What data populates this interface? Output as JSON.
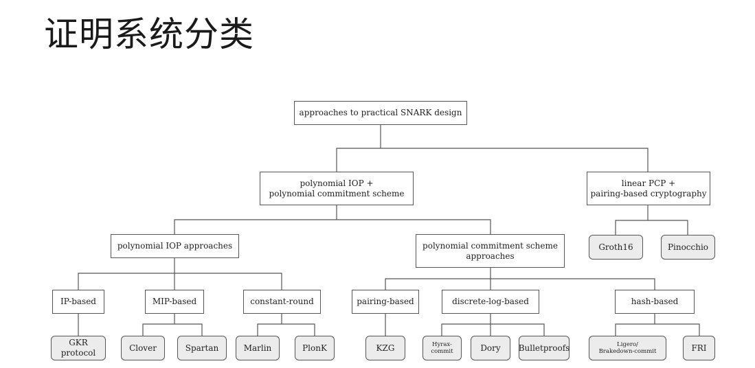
{
  "title": "证明系统分类",
  "tree": {
    "root": "approaches to practical SNARK design",
    "poly_iop_pcs": "polynomial IOP +\npolynomial commitment scheme",
    "linear_pcp": "linear PCP +\npairing-based cryptography",
    "poly_iop_approaches": "polynomial IOP approaches",
    "pcs_approaches": "polynomial commitment scheme\napproaches",
    "groth16": "Groth16",
    "pinocchio": "Pinocchio",
    "ip_based": "IP-based",
    "mip_based": "MIP-based",
    "constant_round": "constant-round",
    "pairing_based": "pairing-based",
    "discrete_log_based": "discrete-log-based",
    "hash_based": "hash-based",
    "gkr": "GKR\nprotocol",
    "clover": "Clover",
    "spartan": "Spartan",
    "marlin": "Marlin",
    "plonk": "PlonK",
    "kzg": "KZG",
    "hyrax": "Hyrax-\ncommit",
    "dory": "Dory",
    "bulletproofs": "Bulletproofs",
    "ligero": "Ligero/\nBrakedown-commit",
    "fri": "FRI"
  }
}
